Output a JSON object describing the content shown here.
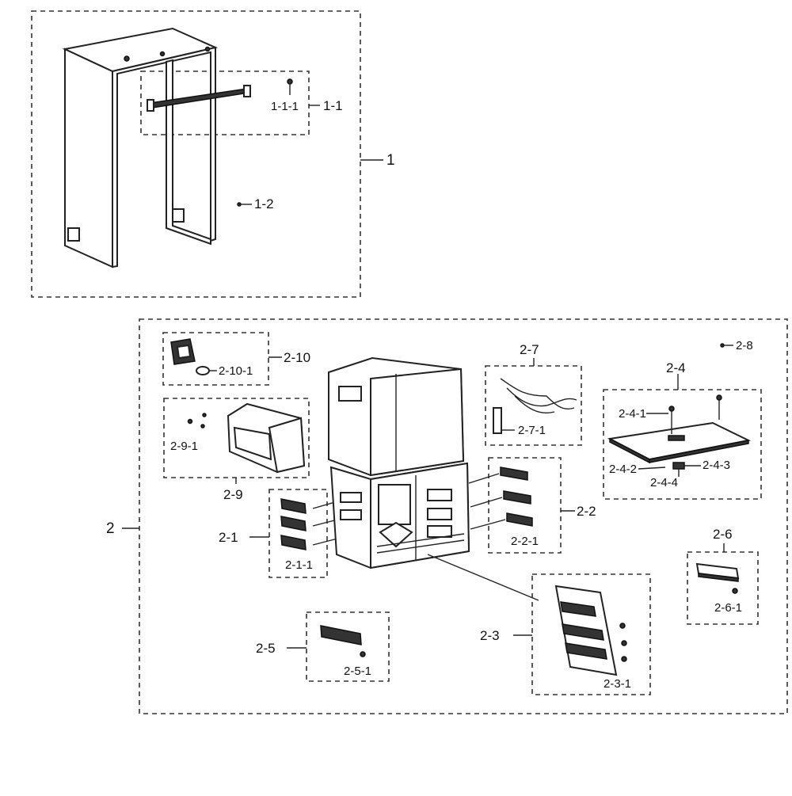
{
  "callouts": {
    "a1": "1",
    "a1_1": "1-1",
    "a1_1_1": "1-1-1",
    "a1_2": "1-2",
    "a2": "2",
    "a2_1": "2-1",
    "a2_1_1": "2-1-1",
    "a2_2": "2-2",
    "a2_2_1": "2-2-1",
    "a2_3": "2-3",
    "a2_3_1": "2-3-1",
    "a2_4": "2-4",
    "a2_4_1": "2-4-1",
    "a2_4_2": "2-4-2",
    "a2_4_3": "2-4-3",
    "a2_4_4": "2-4-4",
    "a2_5": "2-5",
    "a2_5_1": "2-5-1",
    "a2_6": "2-6",
    "a2_6_1": "2-6-1",
    "a2_7": "2-7",
    "a2_7_1": "2-7-1",
    "a2_8": "2-8",
    "a2_9": "2-9",
    "a2_9_1": "2-9-1",
    "a2_10": "2-10",
    "a2_10_1": "2-10-1"
  }
}
